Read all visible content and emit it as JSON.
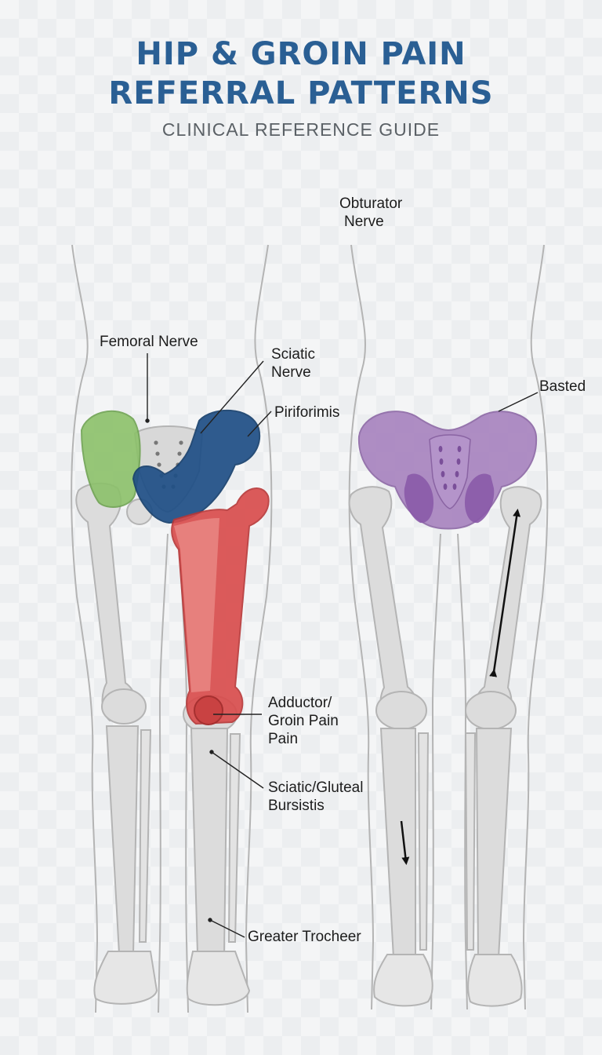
{
  "header": {
    "title_line1": "HIP & GROIN PAIN",
    "title_line2": "REFERRAL PATTERNS",
    "subtitle": "CLINICAL REFERENCE GUIDE"
  },
  "labels": {
    "obturator_nerve": [
      "Obturator",
      "Nerve"
    ],
    "femoral_nerve": "Femoral Nerve",
    "sciatic_nerve": [
      "Sciatic",
      "Nerve"
    ],
    "piriformis": "Piriforimis",
    "basted": "Basted",
    "adductor_groin_pain": [
      "Adductor/",
      "Groin Pain",
      "Pain"
    ],
    "sciatic_gluteal_bursitis": [
      "Sciatic/Gluteal",
      "Bursistis"
    ],
    "greater_trochanter": "Greater Trocheer"
  },
  "colors": {
    "title": "#2a5f94",
    "femoral_zone": "#8cc16a",
    "sciatic_zone": "#1f4f86",
    "adductor_zone": "#d94a4a",
    "obturator_zone": "#a57fbd",
    "bone": "#dcdcdc",
    "outline": "#b4b4b4"
  },
  "icons": [
    "arrow-up-icon",
    "arrow-down-icon"
  ]
}
